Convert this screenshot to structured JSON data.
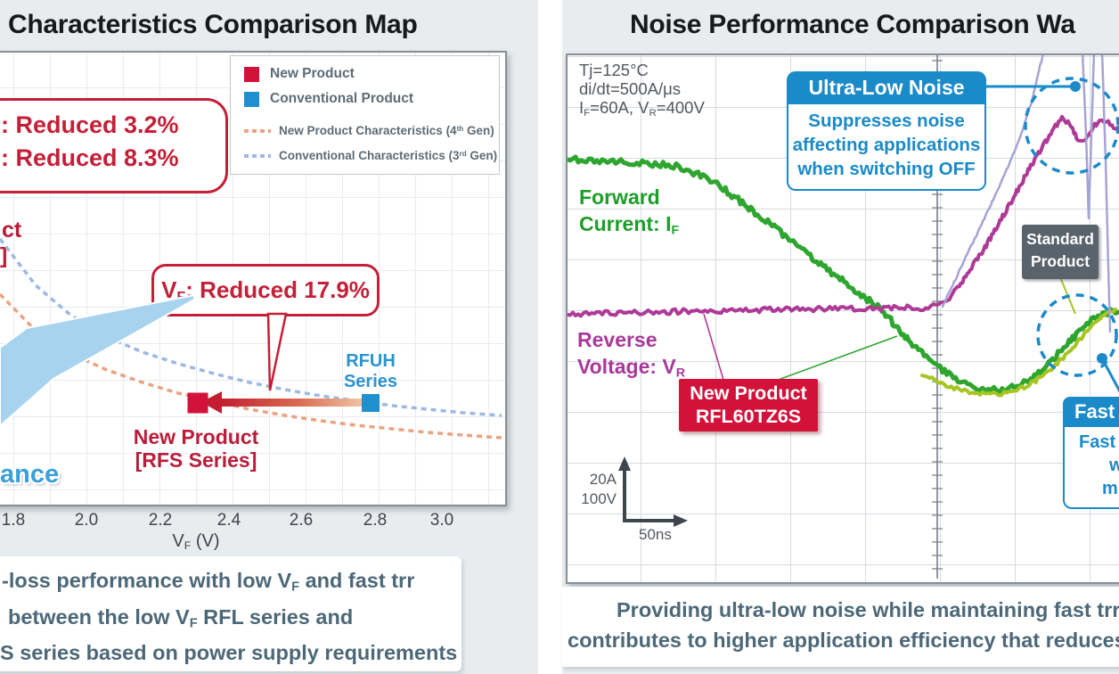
{
  "left_panel": {
    "title": "Characteristics Comparison Map",
    "legend": {
      "items": [
        {
          "label": "New Product"
        },
        {
          "label": "Conventional Product"
        },
        {
          "label_pre": "New Product Characteristics (4",
          "label_sup": "th",
          "label_post": " Gen)"
        },
        {
          "label_pre": "Conventional Characteristics (3",
          "label_sup": "rd",
          "label_post": " Gen)"
        }
      ]
    },
    "callout_top": {
      "line1": ": Reduced 3.2%",
      "line2": ": Reduced 8.3%"
    },
    "callout_vf": {
      "pre": "V",
      "sub": "F",
      "post": ": Reduced 17.9%"
    },
    "fragments": {
      "ct": "ct",
      "bracket": "]",
      "ance": "ance"
    },
    "rfuh_label": {
      "line1": "RFUH",
      "line2": "Series"
    },
    "new_product_label": {
      "line1": "New Product",
      "line2": "[RFS Series]"
    },
    "axis": {
      "ticks": [
        "1.8",
        "2.0",
        "2.2",
        "2.4",
        "2.6",
        "2.8",
        "3.0"
      ],
      "label_pre": "V",
      "label_sub": "F",
      "label_post": " (V)"
    },
    "bottom_note": {
      "line1_pre": "-loss performance with low V",
      "line1_sub": "F",
      "line1_post": " and fast trr",
      "line2_pre": "between the low V",
      "line2_sub": "F",
      "line2_post": " RFL series and",
      "line3": "S series based on power supply requirements"
    }
  },
  "right_panel": {
    "title": "Noise Performance Comparison Wa",
    "conditions": {
      "line1": "Tj=125°C",
      "line2": "di/dt=500A/μs",
      "line3a": "I",
      "line3a_sub": "F",
      "line3b": "=60A, V",
      "line3b_sub": "R",
      "line3c": "=400V"
    },
    "ultra_box": {
      "header": "Ultra-Low Noise",
      "body1": "Suppresses noise",
      "body2": "affecting applications",
      "body3": "when switching OFF"
    },
    "forward_label": {
      "line1": "Forward",
      "line2_pre": "Current: I",
      "line2_sub": "F"
    },
    "reverse_label": {
      "line1": "Reverse",
      "line2_pre": "Voltage: V",
      "line2_sub": "R"
    },
    "standard_box": {
      "line1": "Standard",
      "line2": "Product"
    },
    "new_product_box": {
      "line1": "New Product",
      "line2": "RFL60TZ6S"
    },
    "fast_box": {
      "header": "Fast t",
      "body1": "Fast r",
      "body2": "wh",
      "body3": "mi"
    },
    "scale_labels": {
      "amps": "20A",
      "volts": "100V",
      "time": "50ns"
    },
    "bottom_note": {
      "line1": "Providing ultra-low noise while maintaining fast trr",
      "line2": "contributes to higher application efficiency that reduces"
    }
  },
  "colors": {
    "red": "#d3123a",
    "red_text": "#c32038",
    "blue": "#1a8ac8",
    "legend_blue": "#1f8fce",
    "green": "#2ea52f",
    "yellow_green": "#a6c520",
    "magenta": "#ae3a97",
    "lavender": "#a6a3d5",
    "curve_orange": "#eaa381",
    "curve_blue": "#9db9e0",
    "slate": "#4c6878"
  },
  "chart_data": [
    {
      "type": "scatter",
      "title": "Characteristics Comparison Map",
      "xlabel": "VF (V)",
      "xlim": [
        1.76,
        3.17
      ],
      "x_ticks": [
        1.8,
        2.0,
        2.2,
        2.4,
        2.6,
        2.8,
        3.0
      ],
      "grid": true,
      "legend_position": "top-right",
      "points": [
        {
          "name": "New Product [RFS Series]",
          "vf": 2.3,
          "color": "#d3123a",
          "px": [
            222,
            452
          ],
          "size": 23
        },
        {
          "name": "Conventional Product RFUH Series",
          "vf": 2.8,
          "color": "#1f8fce",
          "px": [
            416,
            452
          ],
          "size": 20
        }
      ],
      "annotations": [
        "VF: Reduced 17.9%",
        ": Reduced 3.2%",
        ": Reduced 8.3%"
      ],
      "curves": [
        {
          "name": "Conventional Characteristics (3rd Gen)",
          "style": "dashed",
          "color": "#9db9e0",
          "px": [
            [
              0,
              268
            ],
            [
              40,
              320
            ],
            [
              80,
              354
            ],
            [
              120,
              378
            ],
            [
              160,
              395
            ],
            [
              200,
              408
            ],
            [
              240,
              419
            ],
            [
              280,
              429
            ],
            [
              320,
              437
            ],
            [
              360,
              444
            ],
            [
              404,
              450
            ],
            [
              440,
              455
            ],
            [
              480,
              459
            ],
            [
              520,
              463
            ],
            [
              563,
              466
            ]
          ]
        },
        {
          "name": "New Product Characteristics (4th Gen)",
          "style": "dashed",
          "color": "#eaa381",
          "px": [
            [
              0,
              330
            ],
            [
              40,
              371
            ],
            [
              80,
              397
            ],
            [
              120,
              415
            ],
            [
              160,
              429
            ],
            [
              200,
              441
            ],
            [
              240,
              450
            ],
            [
              280,
              459
            ],
            [
              320,
              466
            ],
            [
              360,
              472
            ],
            [
              400,
              477
            ],
            [
              440,
              481
            ],
            [
              480,
              485
            ],
            [
              520,
              488
            ],
            [
              563,
              491
            ]
          ]
        }
      ]
    },
    {
      "type": "line",
      "title": "Noise Performance Comparison Wa",
      "conditions": [
        "Tj=125°C",
        "di/dt=500A/μs",
        "IF=60A, VR=400V"
      ],
      "scale_per_div": {
        "current": "20A",
        "voltage": "100V",
        "time": "50ns"
      },
      "series": [
        {
          "name": "Forward Current IF (New Product RFL60TZ6S)",
          "color": "#2ea52f",
          "width": 5,
          "noise": 3.5,
          "px": [
            [
              637,
              179
            ],
            [
              700,
              181
            ],
            [
              762,
              186
            ],
            [
              800,
              203
            ],
            [
              850,
              240
            ],
            [
              900,
              280
            ],
            [
              950,
              318
            ],
            [
              990,
              348
            ],
            [
              1020,
              382
            ],
            [
              1048,
              408
            ],
            [
              1075,
              427
            ],
            [
              1100,
              437
            ],
            [
              1128,
              438
            ],
            [
              1152,
              429
            ],
            [
              1175,
              410
            ],
            [
              1198,
              386
            ],
            [
              1220,
              363
            ],
            [
              1240,
              351
            ],
            [
              1258,
              348
            ]
          ]
        },
        {
          "name": "Forward Current IF (Standard Product)",
          "color": "#a6c520",
          "width": 4,
          "noise": 2.5,
          "px": [
            [
              1035,
              421
            ],
            [
              1068,
              434
            ],
            [
              1100,
              442
            ],
            [
              1130,
              441
            ],
            [
              1155,
              432
            ],
            [
              1178,
              416
            ],
            [
              1198,
              396
            ],
            [
              1216,
              376
            ],
            [
              1234,
              357
            ],
            [
              1252,
              346
            ]
          ]
        },
        {
          "name": "Reverse Voltage VR (New Product RFL60TZ6S)",
          "color": "#ae3a97",
          "width": 4,
          "noise": 3,
          "px": [
            [
              637,
              353
            ],
            [
              700,
              351
            ],
            [
              770,
              349
            ],
            [
              840,
              348
            ],
            [
              910,
              347
            ],
            [
              980,
              346
            ],
            [
              1042,
              345
            ],
            [
              1064,
              336
            ],
            [
              1084,
              310
            ],
            [
              1104,
              280
            ],
            [
              1124,
              246
            ],
            [
              1144,
              210
            ],
            [
              1164,
              174
            ],
            [
              1181,
              147
            ],
            [
              1192,
              132
            ],
            [
              1201,
              141
            ],
            [
              1210,
              157
            ],
            [
              1217,
              159
            ],
            [
              1225,
              146
            ],
            [
              1234,
              134
            ],
            [
              1242,
              136
            ],
            [
              1250,
              143
            ],
            [
              1258,
              147
            ]
          ]
        },
        {
          "name": "Reverse Voltage VR (Standard Product, ringing)",
          "color": "#a6a3d5",
          "width": 2.5,
          "noise": 1.2,
          "px": [
            [
              1058,
              344
            ],
            [
              1080,
              297
            ],
            [
              1102,
              251
            ],
            [
              1124,
              204
            ],
            [
              1144,
              157
            ],
            [
              1158,
              114
            ],
            [
              1167,
              75
            ],
            [
              1172,
              58
            ]
          ]
        },
        {
          "name": "Standard Product VR ringing spike 1",
          "color": "#a6a3d5",
          "width": 2.5,
          "noise": 0.8,
          "px": [
            [
              1215,
              58
            ],
            [
              1219,
              150
            ],
            [
              1222,
              245
            ],
            [
              1225,
              150
            ],
            [
              1228,
              58
            ]
          ]
        },
        {
          "name": "Standard Product VR ringing spike 2",
          "color": "#a6a3d5",
          "width": 2.5,
          "noise": 0.8,
          "px": [
            [
              1237,
              58
            ],
            [
              1241,
              180
            ],
            [
              1244,
              300
            ],
            [
              1246,
              372
            ]
          ]
        }
      ]
    }
  ]
}
